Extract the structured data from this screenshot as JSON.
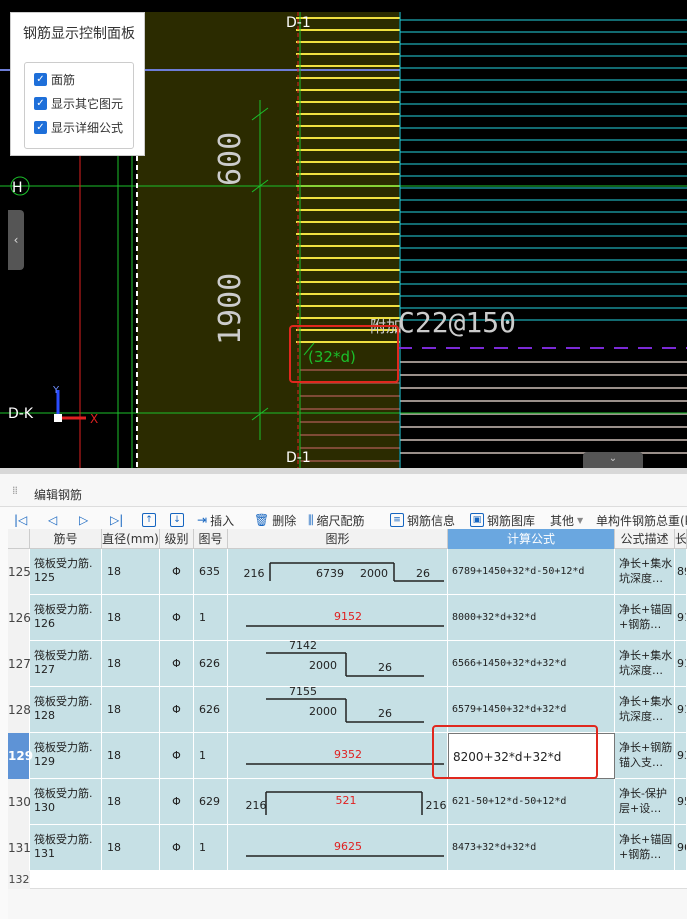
{
  "cad": {
    "panel_title": "钢筋显示控制面板",
    "checks": [
      {
        "label": "面筋",
        "checked": true
      },
      {
        "label": "显示其它图元",
        "checked": true
      },
      {
        "label": "显示详细公式",
        "checked": true
      }
    ],
    "axis_labels": {
      "top": "D-1",
      "bottom": "D-1",
      "h": "H",
      "dk": "D-K"
    },
    "dims": {
      "d600": "600",
      "d1900": "1900"
    },
    "rebar_label": "C22@150",
    "rebar_prefix": "附加",
    "formula_note": "(32*d)",
    "coord": {
      "x": "X",
      "y": "Y"
    }
  },
  "editor": {
    "title": "编辑钢筋",
    "toolbar": {
      "insert": "插入",
      "delete": "删除",
      "scale": "缩尺配筋",
      "info": "钢筋信息",
      "library": "钢筋图库",
      "other": "其他",
      "total": "单构件钢筋总重(kg)"
    },
    "columns": [
      "筋号",
      "直径(mm)",
      "级别",
      "图号",
      "图形",
      "计算公式",
      "公式描述",
      "长"
    ],
    "rows": [
      {
        "num": "125",
        "name1": "筏板受力筋.",
        "name2": "125",
        "dia": "18",
        "grade": "Φ",
        "fig": "635",
        "shape": {
          "type": "hook2",
          "a": "216",
          "b": "6739",
          "c": "2000",
          "d": "26"
        },
        "formula": "6789+1450+32*d-50+12*d",
        "desc1": "净长+集水",
        "desc2": "坑深度…",
        "len": "89"
      },
      {
        "num": "126",
        "name1": "筏板受力筋.",
        "name2": "126",
        "dia": "18",
        "grade": "Φ",
        "fig": "1",
        "shape": {
          "type": "straight",
          "a": "9152"
        },
        "formula": "8000+32*d+32*d",
        "desc1": "净长+锚固",
        "desc2": "+钢筋…",
        "len": "91"
      },
      {
        "num": "127",
        "name1": "筏板受力筋.",
        "name2": "127",
        "dia": "18",
        "grade": "Φ",
        "fig": "626",
        "shape": {
          "type": "step",
          "a": "7142",
          "b": "2000",
          "c": "26"
        },
        "formula": "6566+1450+32*d+32*d",
        "desc1": "净长+集水",
        "desc2": "坑深度…",
        "len": "91"
      },
      {
        "num": "128",
        "name1": "筏板受力筋.",
        "name2": "128",
        "dia": "18",
        "grade": "Φ",
        "fig": "626",
        "shape": {
          "type": "step",
          "a": "7155",
          "b": "2000",
          "c": "26"
        },
        "formula": "6579+1450+32*d+32*d",
        "desc1": "净长+集水",
        "desc2": "坑深度…",
        "len": "91"
      },
      {
        "num": "129",
        "name1": "筏板受力筋.",
        "name2": "129",
        "dia": "18",
        "grade": "Φ",
        "fig": "1",
        "shape": {
          "type": "straight",
          "a": "9352"
        },
        "formula": "8200+32*d+32*d",
        "desc1": "净长+钢筋",
        "desc2": "锚入支…",
        "len": "93",
        "selected": true
      },
      {
        "num": "130",
        "name1": "筏板受力筋.",
        "name2": "130",
        "dia": "18",
        "grade": "Φ",
        "fig": "629",
        "shape": {
          "type": "u",
          "a": "216",
          "b": "521",
          "c": "216"
        },
        "formula": "621-50+12*d-50+12*d",
        "desc1": "净长-保护",
        "desc2": "层+设…",
        "len": "95"
      },
      {
        "num": "131",
        "name1": "筏板受力筋.",
        "name2": "131",
        "dia": "18",
        "grade": "Φ",
        "fig": "1",
        "shape": {
          "type": "straight",
          "a": "9625"
        },
        "formula": "8473+32*d+32*d",
        "desc1": "净长+锚固",
        "desc2": "+钢筋…",
        "len": "96"
      }
    ],
    "empty_row_num": "132"
  }
}
